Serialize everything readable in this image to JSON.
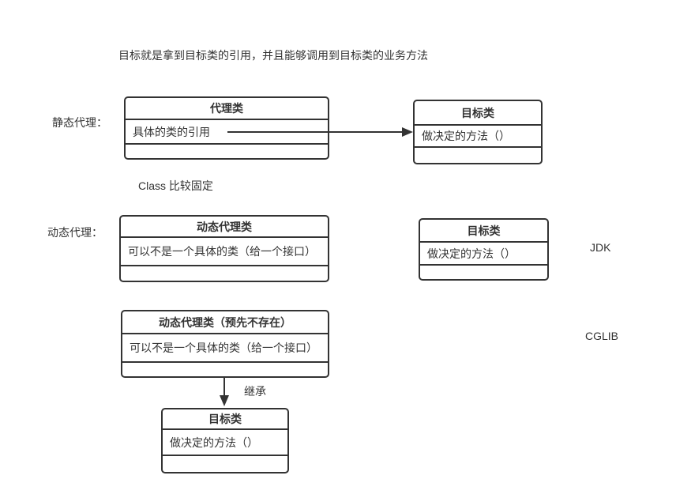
{
  "note_top": "目标就是拿到目标类的引用，并且能够调用到目标类的业务方法",
  "static_section": {
    "label": "静态代理：",
    "note": "Class 比较固定",
    "proxy_box": {
      "title": "代理类",
      "member": "具体的类的引用"
    },
    "target_box": {
      "title": "目标类",
      "member": "做决定的方法（）"
    }
  },
  "dynamic_section": {
    "label": "动态代理：",
    "jdk": {
      "tag": "JDK",
      "proxy_box": {
        "title": "动态代理类",
        "member": "可以不是一个具体的类（给一个接口）"
      },
      "target_box": {
        "title": "目标类",
        "member": "做决定的方法（）"
      }
    },
    "cglib": {
      "tag": "CGLIB",
      "edge_label": "继承",
      "proxy_box": {
        "title": "动态代理类（预先不存在）",
        "member": "可以不是一个具体的类（给一个接口）"
      },
      "target_box": {
        "title": "目标类",
        "member": "做决定的方法（）"
      }
    }
  },
  "colors": {
    "stroke": "#333333",
    "text": "#333333",
    "background": "#ffffff"
  }
}
